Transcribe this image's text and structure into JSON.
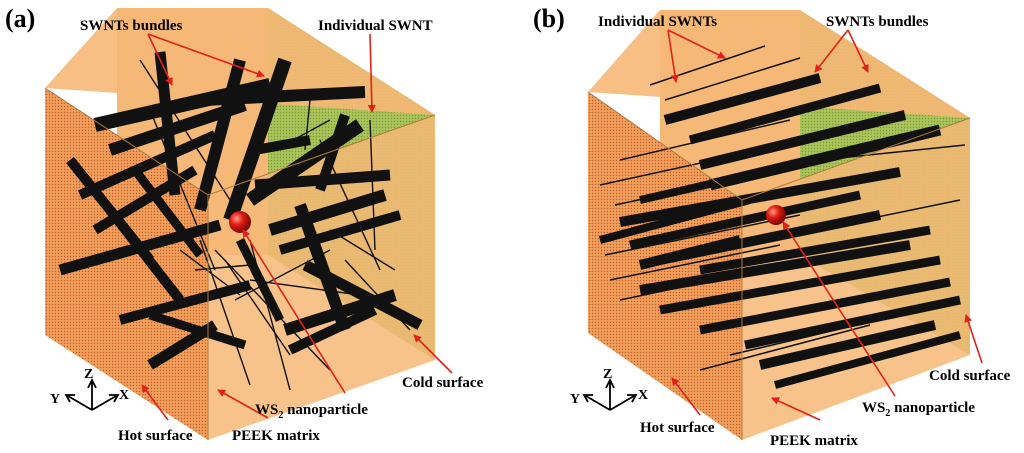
{
  "panels": [
    {
      "letter": "(a)",
      "labels": {
        "bundles": "SWNTs bundles",
        "individual": "Individual SWNT",
        "hot_surface": "Hot surface",
        "matrix": "PEEK matrix",
        "cold_surface": "Cold surface",
        "nanoparticle_prefix": "WS",
        "nanoparticle_sub": "2",
        "nanoparticle_suffix": " nanoparticle"
      },
      "axes": {
        "z": "Z",
        "y": "Y",
        "x": "X"
      }
    },
    {
      "letter": "(b)",
      "labels": {
        "individual": "Individual SWNTs",
        "bundles": "SWNTs bundles",
        "hot_surface": "Hot surface",
        "matrix": "PEEK matrix",
        "cold_surface": "Cold surface",
        "nanoparticle_prefix": "WS",
        "nanoparticle_sub": "2",
        "nanoparticle_suffix": " nanoparticle"
      },
      "axes": {
        "z": "Z",
        "y": "Y",
        "x": "X"
      }
    }
  ],
  "colors": {
    "hot": "#f0a15c",
    "hot_dot": "#c8582a",
    "top": "#f6b877",
    "cold": "#a9c45a",
    "cold_dot": "#7f9a35",
    "tube": "#111111",
    "arrow": "#e0221a",
    "particle": "#e01b12"
  }
}
